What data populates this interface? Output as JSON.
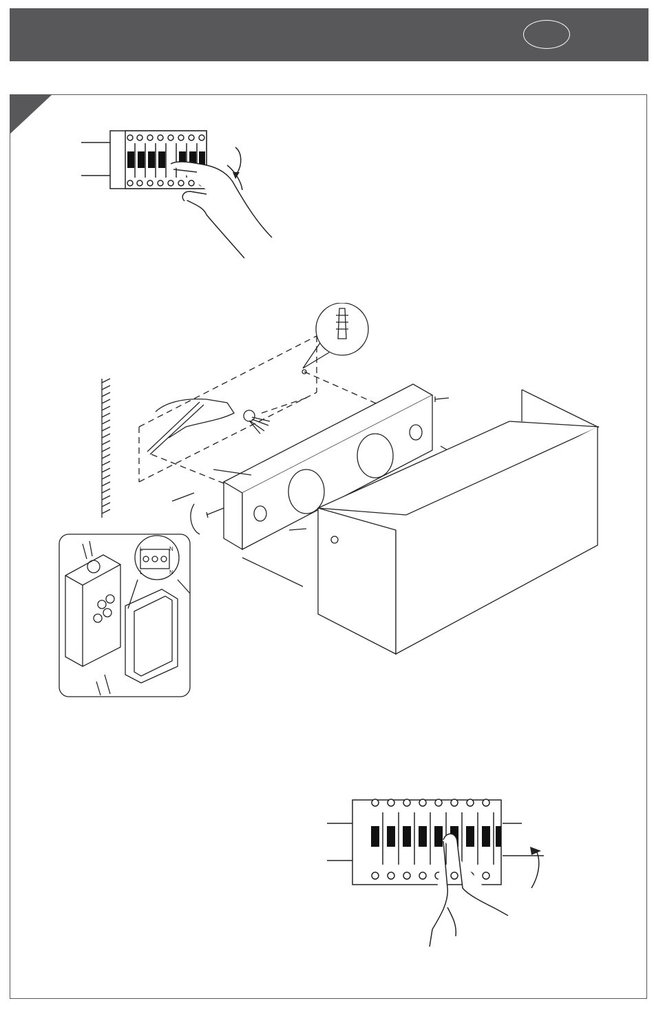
{
  "header": {
    "language_code": "",
    "bar_color": "#58585a",
    "badge_icon": "language-badge-icon"
  },
  "steps": [
    {
      "name": "switch-off-breaker",
      "icon": "breaker-panel-switch-off-icon"
    },
    {
      "name": "mount-light-to-wall",
      "icon": "wall-mounting-diagram-icon"
    },
    {
      "name": "switch-on-breaker",
      "icon": "breaker-panel-switch-on-icon"
    }
  ],
  "callouts": {
    "terminal_labels": [
      "L",
      "N",
      "L",
      "N"
    ]
  }
}
